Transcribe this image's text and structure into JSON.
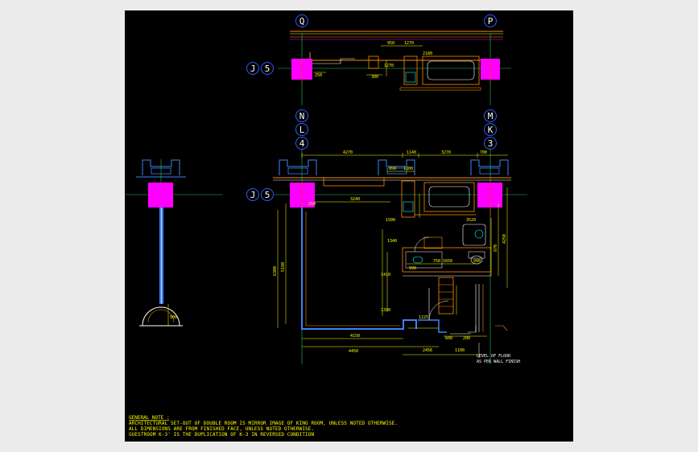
{
  "viewer": {
    "background_color": "#ebebeb",
    "sheet_color": "#000000"
  },
  "colors": {
    "grid_bubble": "#2f5cff",
    "grid_line": "#22c55e",
    "column": "#ff00ff",
    "wall": "#3b82f6",
    "dimension": "#ffff00",
    "cyan": "#00ffff",
    "orange": "#ff8c00",
    "white": "#ffffff",
    "red": "#ff3030"
  },
  "grid_labels": {
    "q": "Q",
    "p": "P",
    "n": "N",
    "l": "L",
    "four": "4",
    "m": "M",
    "k": "K",
    "three": "3",
    "j_upper": "J",
    "five_upper": "5",
    "j_lower": "J",
    "five_lower": "5"
  },
  "dimensions": {
    "top_950": "950",
    "top_1270": "1270",
    "top_1270_v": "1270",
    "top_250": "250",
    "top_300": "300",
    "top_2180": "2180",
    "plan_4270": "4270",
    "plan_1140": "1140",
    "plan_3270": "3270",
    "plan_700": "700",
    "plan_950": "950",
    "plan_1300": "1300",
    "plan_3240": "3240",
    "plan_250": "250",
    "plan_1500": "1500",
    "plan_1340": "1340",
    "plan_750": "750",
    "plan_990": "990",
    "plan_1410": "1410",
    "plan_1650": "1650",
    "plan_1390": "1390",
    "plan_990_b": "990",
    "plan_1225": "1225",
    "plan_4150": "4150",
    "plan_4450": "4450",
    "plan_2456": "2456",
    "plan_1100": "1100",
    "plan_6300": "6300",
    "plan_5180": "5180",
    "plan_4250": "4250",
    "plan_870": "870",
    "plan_3520": "3520",
    "plan_600": "600",
    "plan_200": "200",
    "elev_900": "900"
  },
  "annotations": {
    "callout_1": "LEVEL OF FLOOR",
    "callout_2": "AS PER WALL FINISH"
  },
  "notes": {
    "title": "GENERAL NOTE :",
    "lines": [
      "ARCHITECTURAL SET-OUT OF DOUBLE ROOM IS MIRROR IMAGE OF KING ROOM, UNLESS NOTED OTHERWISE.",
      "ALL DIMENSIONS ARE FROM FINISHED FACE, UNLESS NOTED OTHERWISE.",
      "GUESTROOM K-3' IS THE DUPLICATION OF K-3 IN REVERSED CONDITION"
    ]
  }
}
